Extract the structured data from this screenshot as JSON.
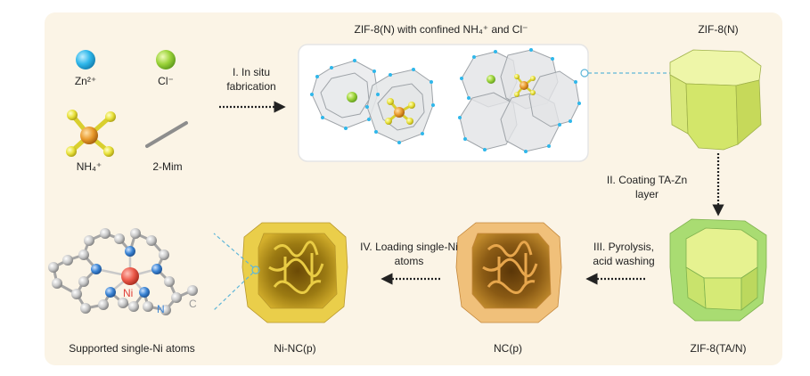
{
  "legend": {
    "zn": "Zn²⁺",
    "cl": "Cl⁻",
    "nh4": "NH₄⁺",
    "mim": "2-Mim"
  },
  "steps": {
    "step1_line1": "I. In situ",
    "step1_line2": "fabrication",
    "step2_line1": "II. Coating TA-Zn",
    "step2_line2": "layer",
    "step3_line1": "III. Pyrolysis,",
    "step3_line2": "acid washing",
    "step4_line1": "IV. Loading single-Ni",
    "step4_line2": "atoms"
  },
  "products": {
    "confined_title": "ZIF-8(N) with confined NH₄⁺ and Cl⁻",
    "zif8n": "ZIF-8(N)",
    "zif8tan": "ZIF-8(TA/N)",
    "ncp": "NC(p)",
    "ninc": "Ni-NC(p)",
    "single_ni": "Supported single-Ni atoms"
  },
  "atom_labels": {
    "ni": "Ni",
    "n": "N",
    "c": "C"
  },
  "colors": {
    "zn": "#2fb7ea",
    "cl": "#9bd33a",
    "n_atom": "#e8e13a",
    "nh4_center": "#e99a2c",
    "zif_green": "#d3e66a",
    "shell_green": "#9fd466",
    "ncp_orange": "#e8ad55",
    "ninc_yellow": "#e6c43a",
    "ni_red": "#ec5a4a",
    "n_blue": "#3b84d4"
  }
}
